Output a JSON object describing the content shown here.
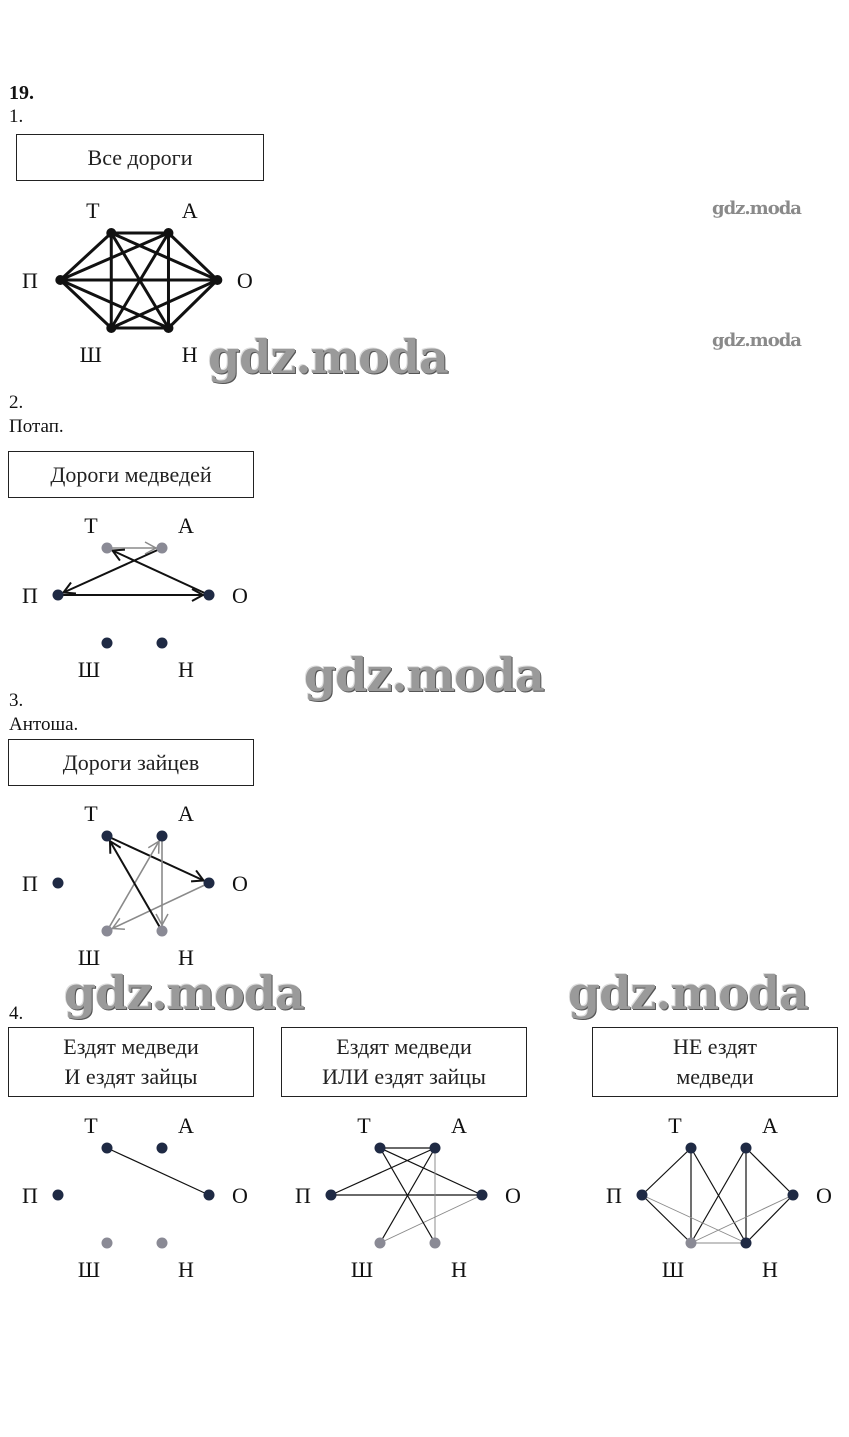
{
  "task_number": "19.",
  "watermark": "gdz.moda",
  "node_labels": {
    "T": "Т",
    "A": "А",
    "P": "П",
    "O": "О",
    "Sh": "Ш",
    "N": "Н"
  },
  "sections": [
    {
      "number": "1.",
      "caption": "",
      "box_label": "Все дороги",
      "directed": false,
      "edges": [
        [
          "T",
          "A"
        ],
        [
          "T",
          "P"
        ],
        [
          "T",
          "O"
        ],
        [
          "T",
          "Sh"
        ],
        [
          "T",
          "N"
        ],
        [
          "A",
          "P"
        ],
        [
          "A",
          "O"
        ],
        [
          "A",
          "Sh"
        ],
        [
          "A",
          "N"
        ],
        [
          "P",
          "O"
        ],
        [
          "P",
          "Sh"
        ],
        [
          "P",
          "N"
        ],
        [
          "O",
          "Sh"
        ],
        [
          "O",
          "N"
        ],
        [
          "Sh",
          "N"
        ]
      ],
      "gray_nodes": []
    },
    {
      "number": "2.",
      "caption": "Потап.",
      "box_label": "Дороги медведей",
      "directed": true,
      "edges": [
        [
          "T",
          "A"
        ],
        [
          "A",
          "P"
        ],
        [
          "P",
          "O"
        ],
        [
          "O",
          "T"
        ]
      ],
      "gray_edges": [
        [
          "T",
          "A"
        ]
      ],
      "gray_nodes": [
        "T",
        "A"
      ]
    },
    {
      "number": "3.",
      "caption": "Антоша.",
      "box_label": "Дороги зайцев",
      "directed": true,
      "edges": [
        [
          "T",
          "O"
        ],
        [
          "O",
          "Sh"
        ],
        [
          "Sh",
          "A"
        ],
        [
          "A",
          "N"
        ],
        [
          "N",
          "T"
        ]
      ],
      "gray_edges": [
        [
          "O",
          "Sh"
        ],
        [
          "Sh",
          "A"
        ],
        [
          "A",
          "N"
        ]
      ],
      "gray_nodes": [
        "Sh",
        "N"
      ]
    },
    {
      "number": "4.",
      "caption": "",
      "panels": [
        {
          "box_label_lines": [
            "Ездят медведи",
            "И ездят зайцы"
          ],
          "edges": [
            [
              "T",
              "O"
            ]
          ],
          "gray_nodes": [
            "Sh",
            "N"
          ]
        },
        {
          "box_label_lines": [
            "Ездят медведи",
            "ИЛИ ездят зайцы"
          ],
          "edges": [
            [
              "T",
              "A"
            ],
            [
              "A",
              "P"
            ],
            [
              "P",
              "O"
            ],
            [
              "O",
              "T"
            ],
            [
              "O",
              "Sh"
            ],
            [
              "Sh",
              "A"
            ],
            [
              "A",
              "N"
            ],
            [
              "N",
              "T"
            ]
          ],
          "gray_edges": [
            [
              "O",
              "Sh"
            ],
            [
              "A",
              "N"
            ]
          ],
          "gray_nodes": [
            "Sh",
            "N"
          ]
        },
        {
          "box_label_lines": [
            "НЕ ездят",
            "медведи"
          ],
          "edges": [
            [
              "T",
              "P"
            ],
            [
              "T",
              "Sh"
            ],
            [
              "T",
              "N"
            ],
            [
              "A",
              "Sh"
            ],
            [
              "A",
              "N"
            ],
            [
              "A",
              "O"
            ],
            [
              "P",
              "Sh"
            ],
            [
              "P",
              "N"
            ],
            [
              "O",
              "Sh"
            ],
            [
              "O",
              "N"
            ],
            [
              "Sh",
              "N"
            ]
          ],
          "gray_edges": [
            [
              "P",
              "N"
            ],
            [
              "O",
              "Sh"
            ],
            [
              "Sh",
              "N"
            ]
          ],
          "gray_nodes": [
            "Sh"
          ]
        }
      ]
    }
  ],
  "colors": {
    "node": "#1f2a44",
    "node_gray": "#8a8a95",
    "edge": "#111111",
    "edge_gray": "#8a8a8a"
  }
}
